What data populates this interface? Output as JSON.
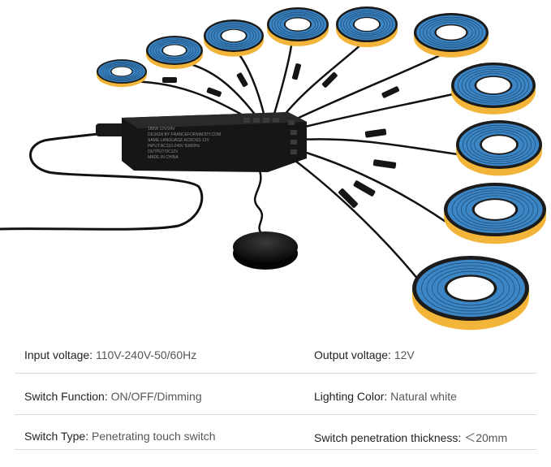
{
  "product_image": {
    "controller_label_lines": [
      "180W 12V/24V",
      "DESIGN BY FRANCEFORMADDY.COM",
      "SAME LANGUAGE ACROSS 12V",
      "INPUT:AC110-240V 50/60Hz",
      "OUTPUT:DC12V",
      "MADE IN CHINA"
    ],
    "strip_colors": {
      "reel_face": "#3d86c6",
      "reel_edge": "#1b1b1b",
      "strip_band": "#f2b53a"
    },
    "strip_count": 10
  },
  "specs": [
    {
      "label": "Input voltage:",
      "value": "110V-240V-50/60Hz"
    },
    {
      "label": "Output voltage:",
      "value": "12V"
    },
    {
      "label": "Switch Function:",
      "value": "ON/OFF/Dimming"
    },
    {
      "label": "Lighting Color:",
      "value": "Natural white"
    },
    {
      "label": "Switch Type:",
      "value": "Penetrating touch switch"
    },
    {
      "label": "Switch penetration thickness:",
      "value": "＜20mm"
    }
  ]
}
